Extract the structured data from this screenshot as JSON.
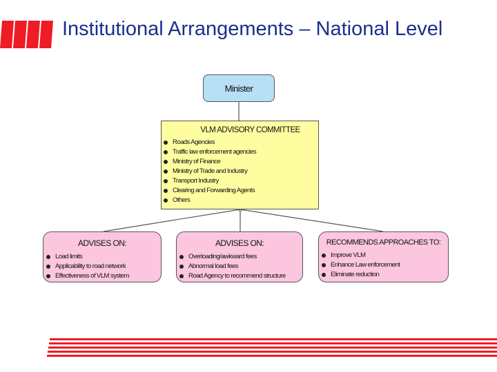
{
  "slide": {
    "title": "Institutional Arrangements – National Level"
  },
  "colors": {
    "title": "#1a2f8a",
    "logo_red": "#ee1c25",
    "minister_box": "#b7dff5",
    "committee_box": "#fefea0",
    "advice_box": "#fcc6de"
  },
  "org_chart": {
    "minister": "Minister",
    "committee": {
      "title": "VLM ADVISORY COMMITTEE",
      "members": [
        "Roads Agencies",
        "Traffic law enforcement agencies",
        "Ministry of Finance",
        "Ministry of Trade and Industry",
        "Transport Industry",
        "Clearing and Forwarding Agents",
        "Others"
      ]
    },
    "branches": [
      {
        "title": "ADVISES ON:",
        "items": [
          "Load limits",
          "Applicability to road network",
          "Effectiveness of VLM system"
        ]
      },
      {
        "title": "ADVISES ON:",
        "items": [
          "Overloading/awkward fees",
          "Abnormal load fees",
          "Road Agency to recommend structure"
        ]
      },
      {
        "title": "RECOMMENDS APPROACHES TO:",
        "items": [
          "Improve VLM",
          "Enhance Law enforcement",
          "Eliminate reduction"
        ]
      }
    ]
  }
}
